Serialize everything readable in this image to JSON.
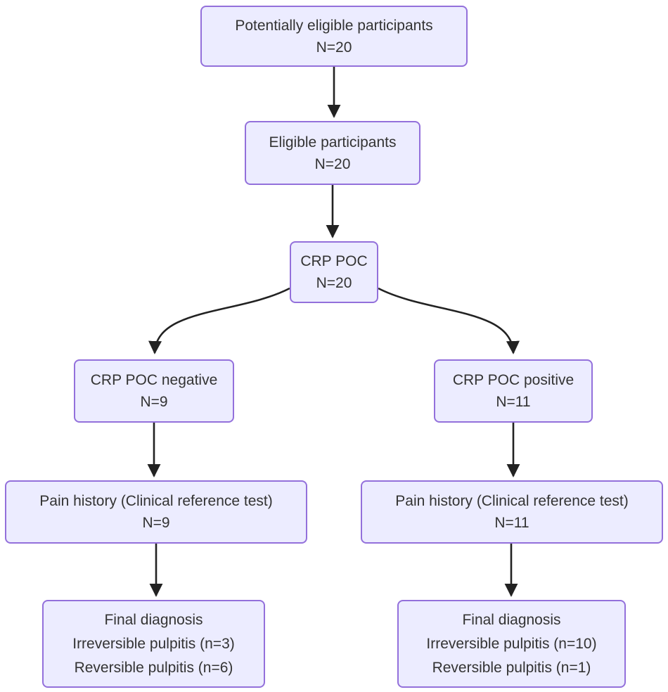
{
  "diagram": {
    "type": "flowchart",
    "orientation": "top-down",
    "nodes": [
      {
        "id": "potentially-eligible",
        "lines": [
          "Potentially eligible participants",
          "N=20"
        ]
      },
      {
        "id": "eligible",
        "lines": [
          "Eligible participants",
          "N=20"
        ]
      },
      {
        "id": "crp-poc",
        "lines": [
          "CRP POC",
          "N=20"
        ]
      },
      {
        "id": "crp-poc-negative",
        "lines": [
          "CRP POC negative",
          "N=9"
        ]
      },
      {
        "id": "crp-poc-positive",
        "lines": [
          "CRP POC positive",
          "N=11"
        ]
      },
      {
        "id": "pain-history-negative",
        "lines": [
          "Pain history (Clinical reference test)",
          "N=9"
        ]
      },
      {
        "id": "pain-history-positive",
        "lines": [
          "Pain history (Clinical reference test)",
          "N=11"
        ]
      },
      {
        "id": "final-diagnosis-negative",
        "lines": [
          "Final diagnosis",
          "Irreversible pulpitis (n=3)",
          "Reversible pulpitis (n=6)"
        ]
      },
      {
        "id": "final-diagnosis-positive",
        "lines": [
          "Final diagnosis",
          "Irreversible pulpitis (n=10)",
          "Reversible pulpitis (n=1)"
        ]
      }
    ],
    "edges": [
      {
        "from": "potentially-eligible",
        "to": "eligible"
      },
      {
        "from": "eligible",
        "to": "crp-poc"
      },
      {
        "from": "crp-poc",
        "to": "crp-poc-negative"
      },
      {
        "from": "crp-poc",
        "to": "crp-poc-positive"
      },
      {
        "from": "crp-poc-negative",
        "to": "pain-history-negative"
      },
      {
        "from": "crp-poc-positive",
        "to": "pain-history-positive"
      },
      {
        "from": "pain-history-negative",
        "to": "final-diagnosis-negative"
      },
      {
        "from": "pain-history-positive",
        "to": "final-diagnosis-positive"
      }
    ],
    "colors": {
      "node_fill": "#ECECFF",
      "node_border": "#9370DB",
      "text": "#333333",
      "arrow": "#222222",
      "background": "#ffffff"
    }
  }
}
